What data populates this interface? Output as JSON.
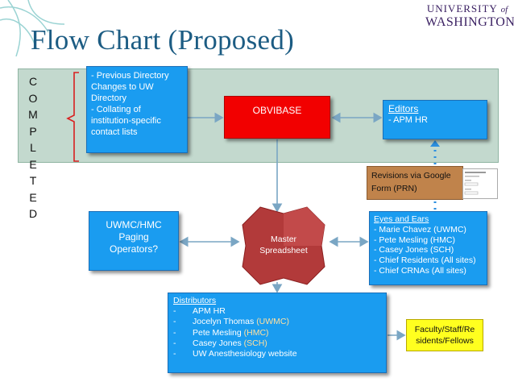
{
  "title": "Flow Chart (Proposed)",
  "logo": {
    "line1": "UNIVERSITY",
    "line1_suffix": "of",
    "line2": "WASHINGTON"
  },
  "completed_letters": [
    "C",
    "O",
    "M",
    "P",
    "L",
    "E",
    "T",
    "E",
    "D"
  ],
  "nodes": {
    "previous": {
      "lines": [
        "- Previous Directory",
        "Changes to UW",
        "Directory",
        "- Collating of",
        "institution-specific",
        "contact lists"
      ]
    },
    "obvibase": {
      "label": "OBVIBASE"
    },
    "editors": {
      "header": "Editors",
      "items": [
        "- APM HR"
      ]
    },
    "revisions": {
      "lines": [
        "Revisions via Google",
        "Form (PRN)"
      ]
    },
    "paging": {
      "lines": [
        "UWMC/HMC",
        "Paging",
        "Operators?"
      ]
    },
    "master": {
      "lines": [
        "Master",
        "Spreadsheet"
      ]
    },
    "eyes": {
      "header": "Eyes and Ears",
      "items": [
        "- Marie Chavez (UWMC)",
        "- Pete Mesling (HMC)",
        "- Casey Jones (SCH)",
        "- Chief Residents (All sites)",
        "- Chief CRNAs (All sites)"
      ]
    },
    "distributors": {
      "header": "Distributors",
      "items": [
        {
          "dash": "-",
          "name": "APM HR",
          "tag": ""
        },
        {
          "dash": "-",
          "name": "Jocelyn Thomas",
          "tag": "(UWMC)"
        },
        {
          "dash": "-",
          "name": "Pete Mesling",
          "tag": "(HMC)"
        },
        {
          "dash": "-",
          "name": "Casey Jones",
          "tag": "(SCH)"
        },
        {
          "dash": "-",
          "name": "UW Anesthesiology website",
          "tag": ""
        }
      ]
    },
    "faculty": {
      "lines": [
        "Faculty/Staff/Re",
        "sidents/Fellows"
      ]
    }
  },
  "colors": {
    "title": "#1c5c83",
    "box_blue": "#1a9cf0",
    "obvibase_red": "#f20000",
    "band_green": "#c3d9ce",
    "master_red": "#b23a3a",
    "faculty_yellow": "#ffff1f",
    "revisions_brown": "#c0834b",
    "logo_purple": "#3b2163"
  }
}
